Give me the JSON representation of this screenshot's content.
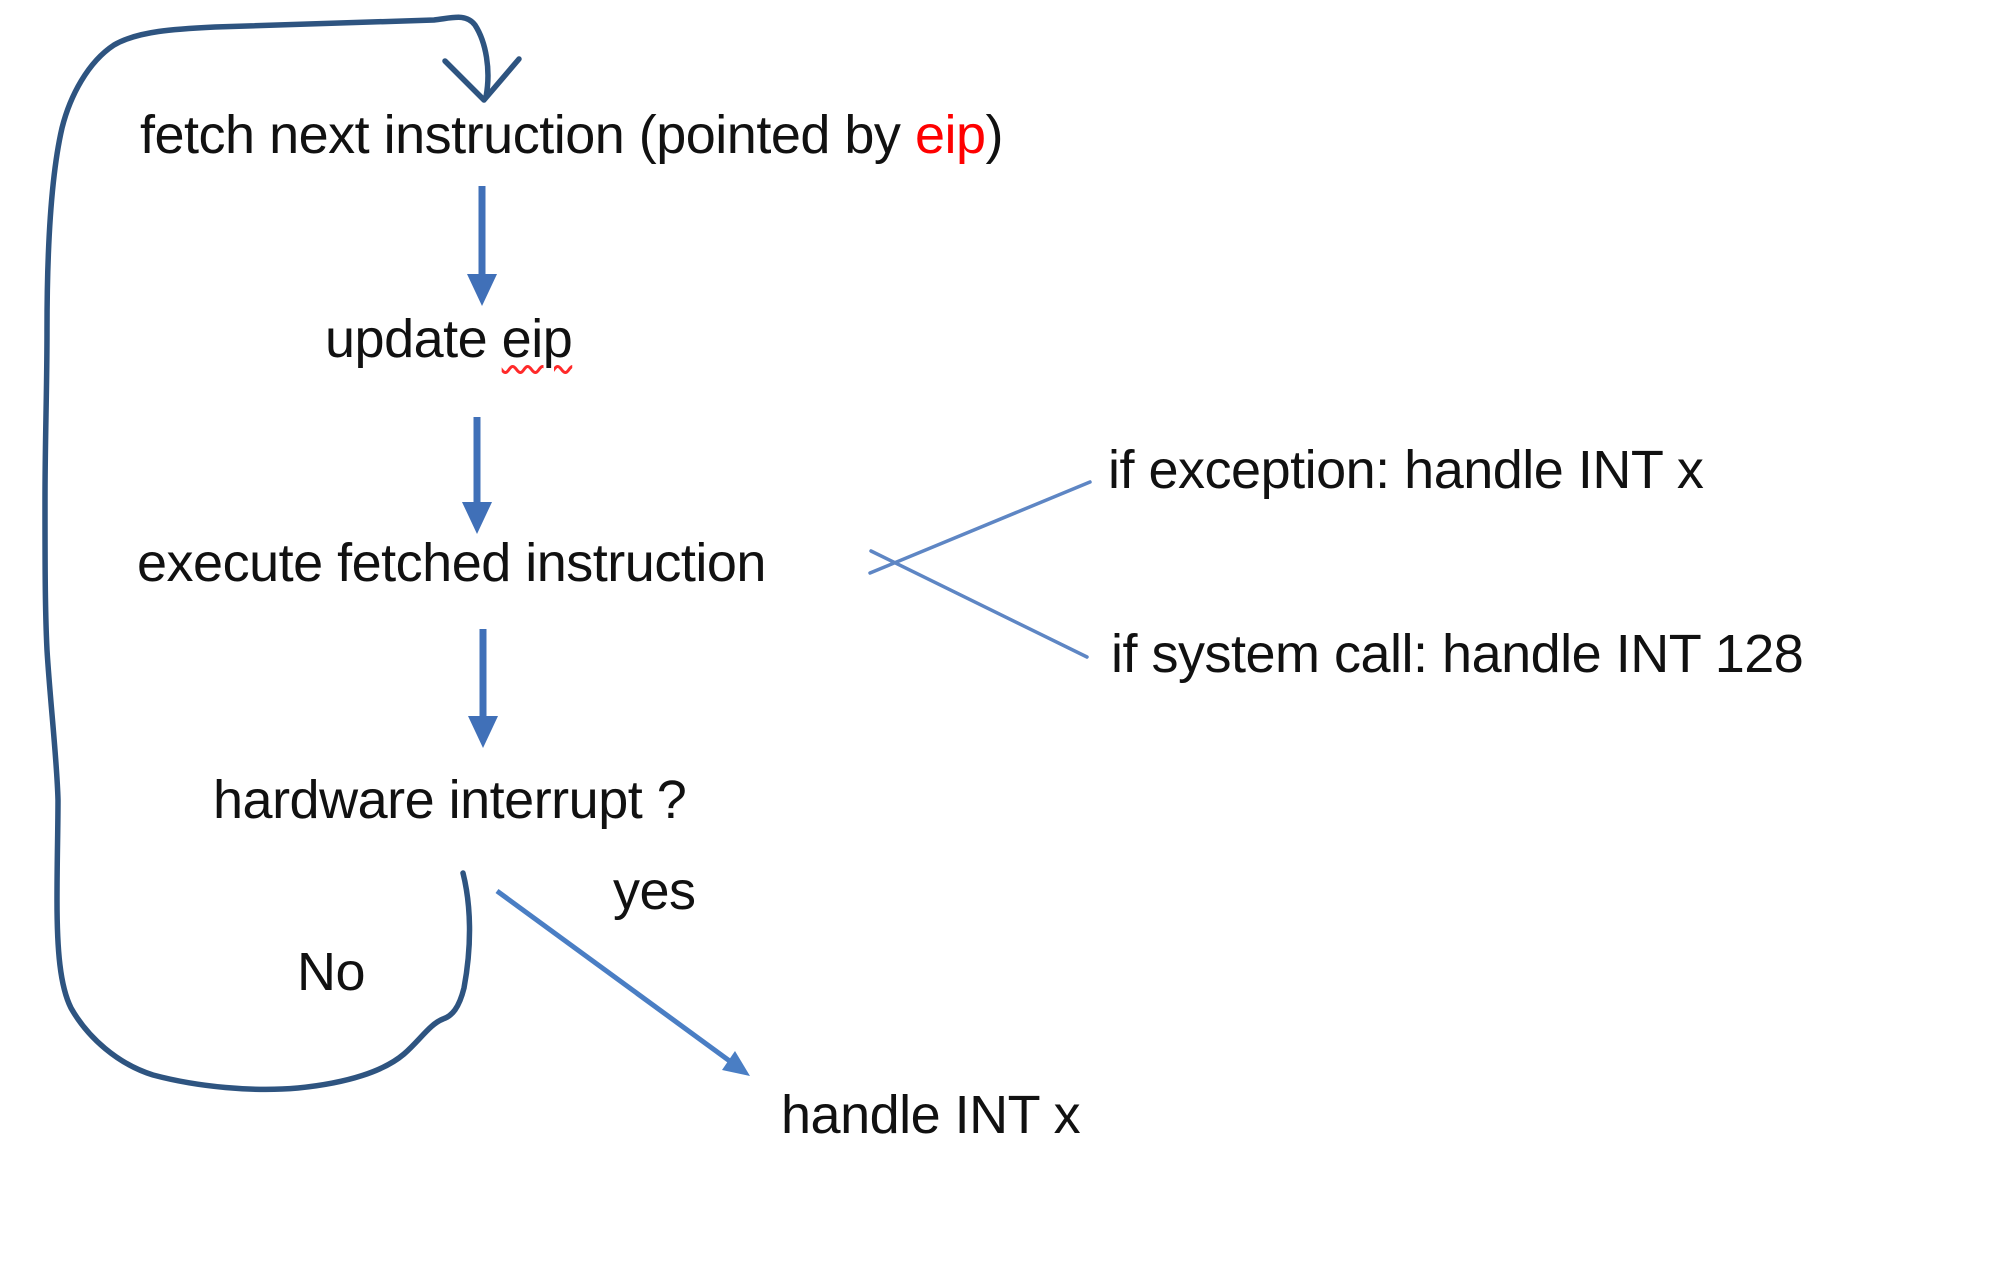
{
  "diagram": {
    "title_hint": "cpu instruction cycle flow",
    "colors": {
      "background": "#ffffff",
      "text": "#111111",
      "highlight_red": "#ff0000",
      "straight_arrow_blue": "#4070b8",
      "loop_stroke_blue": "#2e5480",
      "branch_line_blue": "#5e86c4",
      "yes_arrow_blue": "#4a7ec4"
    },
    "nodes": {
      "fetch": {
        "prefix": "fetch next instruction (pointed by ",
        "eip": "eip",
        "suffix": ")"
      },
      "update": {
        "prefix": "update ",
        "eip": "eip"
      },
      "execute": {
        "label": "execute fetched instruction"
      },
      "hardware": {
        "label": "hardware interrupt ?"
      },
      "handle_int_x": {
        "label": "handle INT x"
      }
    },
    "branches": {
      "exception": {
        "label": "if exception: handle INT x"
      },
      "syscall": {
        "label": "if system call: handle INT 128"
      }
    },
    "edge_labels": {
      "yes": "yes",
      "no": "No"
    }
  }
}
